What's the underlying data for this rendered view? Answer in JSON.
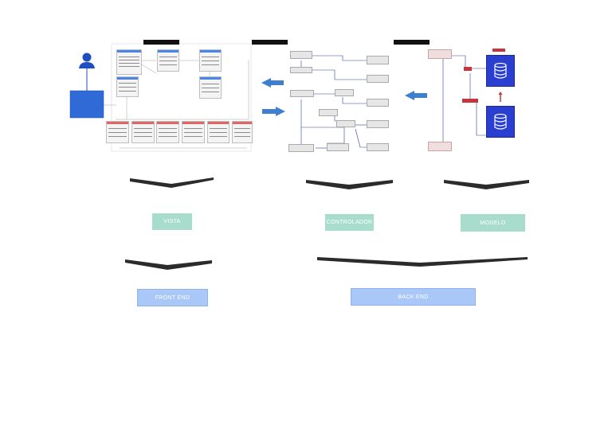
{
  "panels": {
    "view_header": "",
    "controller_header": "",
    "model_header": ""
  },
  "layers": {
    "vista": "VISTA",
    "controlador": "CONTROLADOR",
    "modelo": "MODELO"
  },
  "tiers": {
    "front_end": "FRONT END",
    "back_end": "BACK END"
  },
  "colors": {
    "user_blue": "#1f4fbf",
    "arrow_blue": "#3f7fd0",
    "database_blue": "#2a3fcf",
    "accent_red": "#c6353b",
    "layer_green": "#a8dccd",
    "tier_blue": "#a9c8f7",
    "chevron": "#2b2b2b"
  },
  "icons": [
    "user-icon",
    "database-icon",
    "arrow-left-icon",
    "arrow-right-icon",
    "chevron-down-icon"
  ]
}
